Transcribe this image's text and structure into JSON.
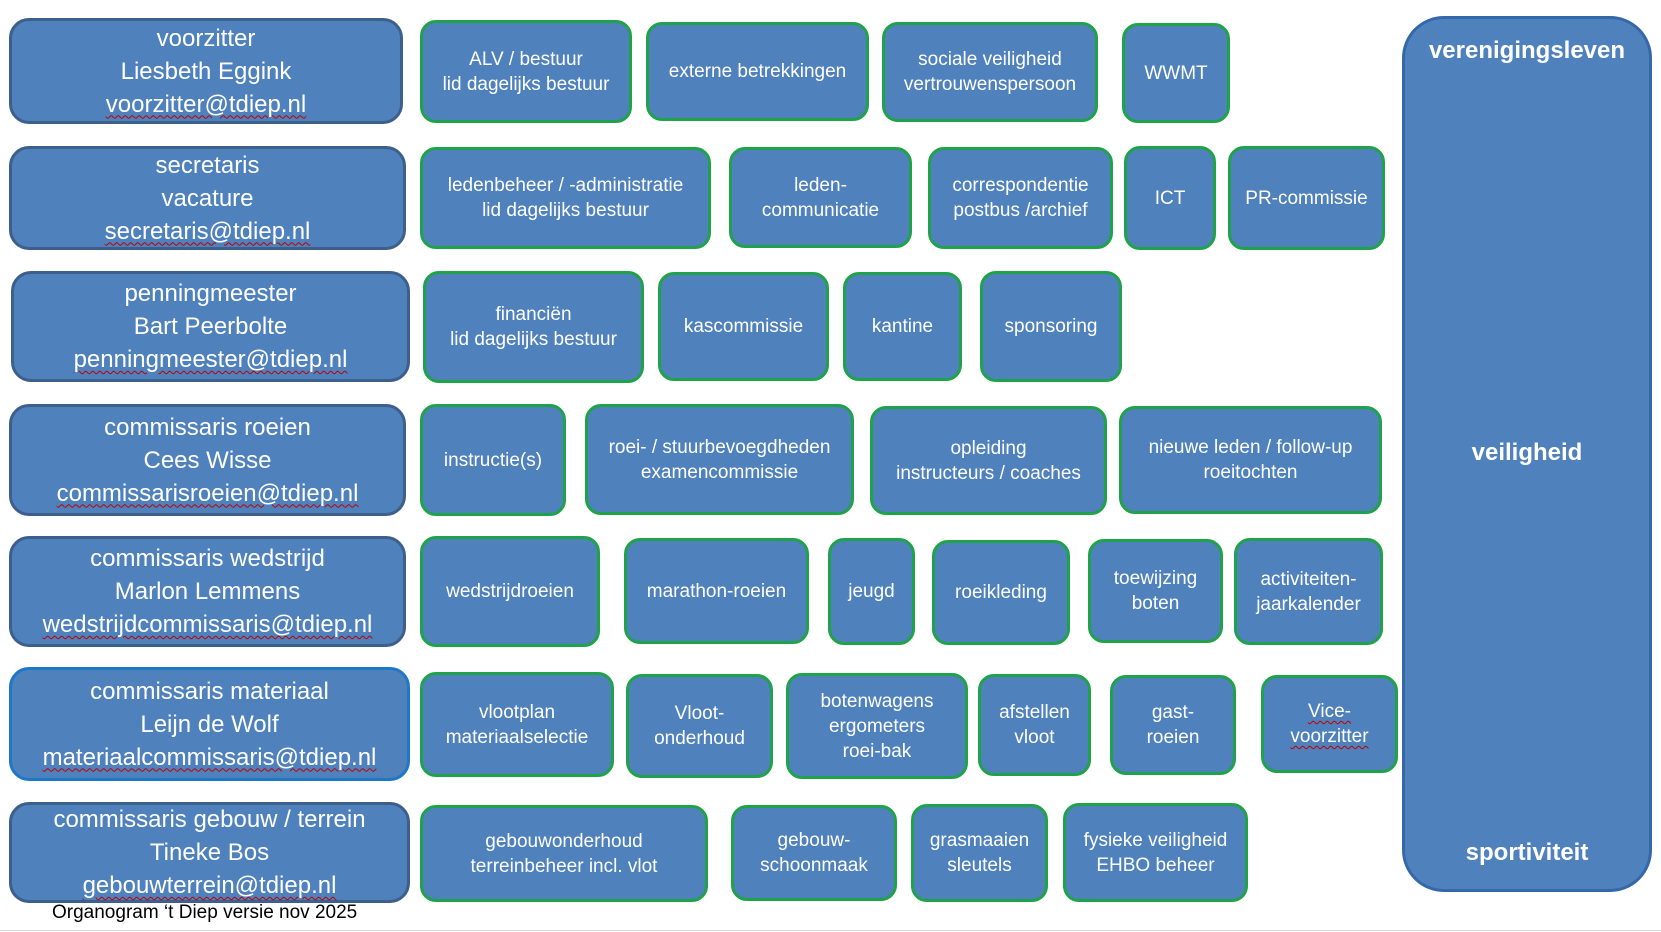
{
  "roles": [
    {
      "title": "voorzitter",
      "name": "Liesbeth Eggink",
      "email": "voorzitter@tdiep.nl"
    },
    {
      "title": "secretaris",
      "name": "vacature",
      "email": "secretaris@tdiep.nl"
    },
    {
      "title": "penningmeester",
      "name": "Bart Peerbolte",
      "email": "penningmeester@tdiep.nl"
    },
    {
      "title": "commissaris roeien",
      "name": "Cees Wisse",
      "email": "commissarisroeien@tdiep.nl"
    },
    {
      "title": "commissaris wedstrijd",
      "name": "Marlon Lemmens",
      "email": "wedstrijdcommissaris@tdiep.nl"
    },
    {
      "title": "commissaris materiaal",
      "name": "Leijn de Wolf",
      "email": "materiaalcommissaris@tdiep.nl"
    },
    {
      "title": "commissaris gebouw / terrein",
      "name": "Tineke Bos",
      "email": "gebouwterrein@tdiep.nl"
    }
  ],
  "tasks": [
    [
      "ALV / bestuur\nlid dagelijks bestuur",
      "externe betrekkingen",
      "sociale veiligheid\nvertrouwenspersoon",
      "WWMT"
    ],
    [
      "ledenbeheer / -administratie\nlid dagelijks bestuur",
      "leden-\ncommunicatie",
      "correspondentie\npostbus /archief",
      "ICT",
      "PR-commissie"
    ],
    [
      "financiën\nlid dagelijks bestuur",
      "kascommissie",
      "kantine",
      "sponsoring"
    ],
    [
      "instructie(s)",
      "roei- / stuurbevoegdheden\nexamencommissie",
      "opleiding\ninstructeurs / coaches",
      "nieuwe leden / follow-up\nroeitochten"
    ],
    [
      "wedstrijdroeien",
      "marathon-roeien",
      "jeugd",
      "roeikleding",
      "toewijzing\nboten",
      "activiteiten-\njaarkalender"
    ],
    [
      "vlootplan\nmateriaalselectie",
      "Vloot-\nonderhoud",
      "botenwagens\nergometers\nroei-bak",
      "afstellen\nvloot",
      "gast-\nroeien",
      "Vice-\nvoorzitter"
    ],
    [
      "gebouwonderhoud\nterreinbeheer incl. vlot",
      "gebouw-\nschoonmaak",
      "grasmaaien\nsleutels",
      "fysieke veiligheid\nEHBO beheer"
    ]
  ],
  "side": {
    "top": "verenigingsleven",
    "middle": "veiligheid",
    "bottom": "sportiviteit"
  },
  "footer": "Organogram ‘t Diep versie nov 2025",
  "colors": {
    "box": "#4f81bd",
    "task_border": "#20a24a",
    "role_border": "#3d5f8c"
  }
}
